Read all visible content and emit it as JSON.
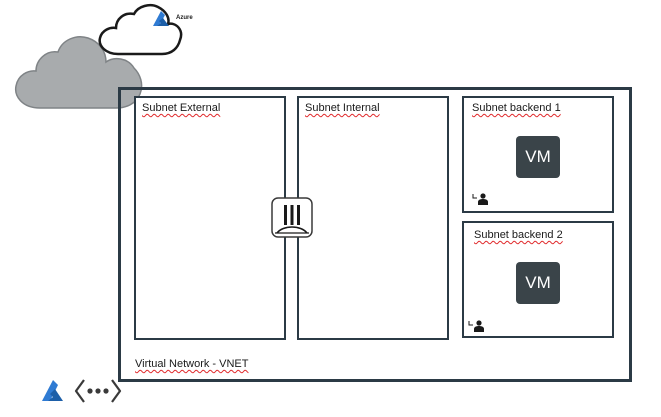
{
  "cloud_badge": {
    "text": "Azure"
  },
  "vnet": {
    "label": "Virtual Network - VNET"
  },
  "subnets": [
    {
      "label": "Subnet External"
    },
    {
      "label": "Subnet Internal"
    },
    {
      "label": "Subnet backend 1",
      "vm_label": "VM"
    },
    {
      "label": "Subnet backend 2",
      "vm_label": "VM"
    }
  ],
  "icons": {
    "big_cloud": "cloud-icon",
    "outline_cloud": "cloud-outline-icon",
    "azure_logo": "azure-logo-icon",
    "firewall": "firewall-appliance-icon",
    "user": "user-icon",
    "vnet_peering": "vnet-peering-icon"
  },
  "colors": {
    "border": "#2b3a45",
    "cloud_fill": "#a8abad",
    "vm_fill": "#3a4449",
    "azure_blue": "#1f67b8",
    "squiggle": "#e0282a"
  }
}
